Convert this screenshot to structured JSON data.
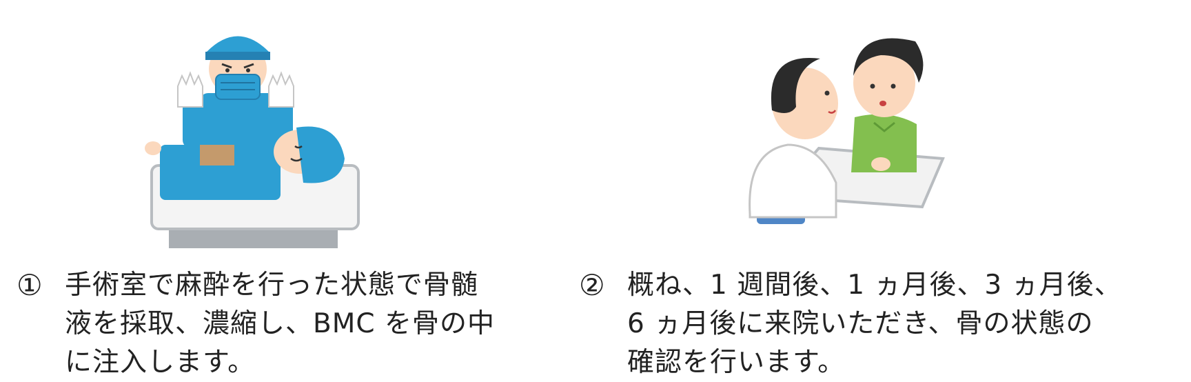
{
  "steps": [
    {
      "number": "①",
      "lines": [
        "手術室で麻酔を行った状態で骨髄",
        "液を採取、濃縮し、BMC を骨の中",
        "に注入します。"
      ],
      "illustration": "surgeon-operating-on-patient"
    },
    {
      "number": "②",
      "lines": [
        "概ね、1 週間後、1 ヵ月後、3 ヵ月後、",
        "6 ヵ月後に来院いただき、骨の状態の",
        "確認を行います。"
      ],
      "illustration": "doctor-consulting-patient"
    }
  ],
  "colors": {
    "scrub_blue": "#2d9fd3",
    "skin": "#fbd8bd",
    "shirt_green": "#83bf4f",
    "chair_blue": "#4f86c6",
    "table_gray": "#a9aeb3"
  }
}
